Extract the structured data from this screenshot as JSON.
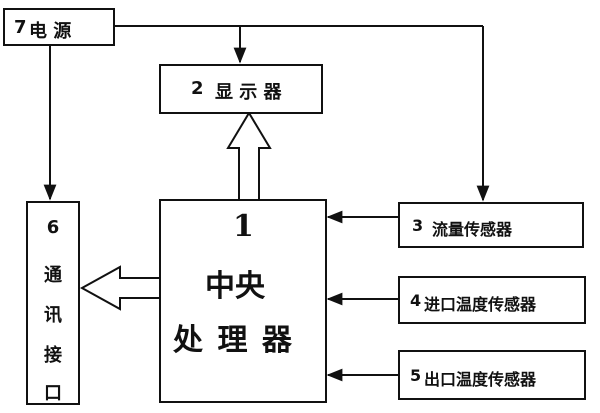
{
  "blocks": {
    "power": {
      "number": "7",
      "label": "电 源"
    },
    "display": {
      "number": "2",
      "label": "显 示 器"
    },
    "cpu": {
      "number": "1",
      "line1": "中央",
      "line2": "处 理 器"
    },
    "comm": {
      "number": "6",
      "chars": [
        "通",
        "讯",
        "接",
        "口"
      ]
    },
    "flow_sensor": {
      "number": "3",
      "label": "流量传感器"
    },
    "inlet_temp_sensor": {
      "number": "4",
      "label": "进口温度传感器"
    },
    "outlet_temp_sensor": {
      "number": "5",
      "label": "出口温度传感器"
    }
  }
}
